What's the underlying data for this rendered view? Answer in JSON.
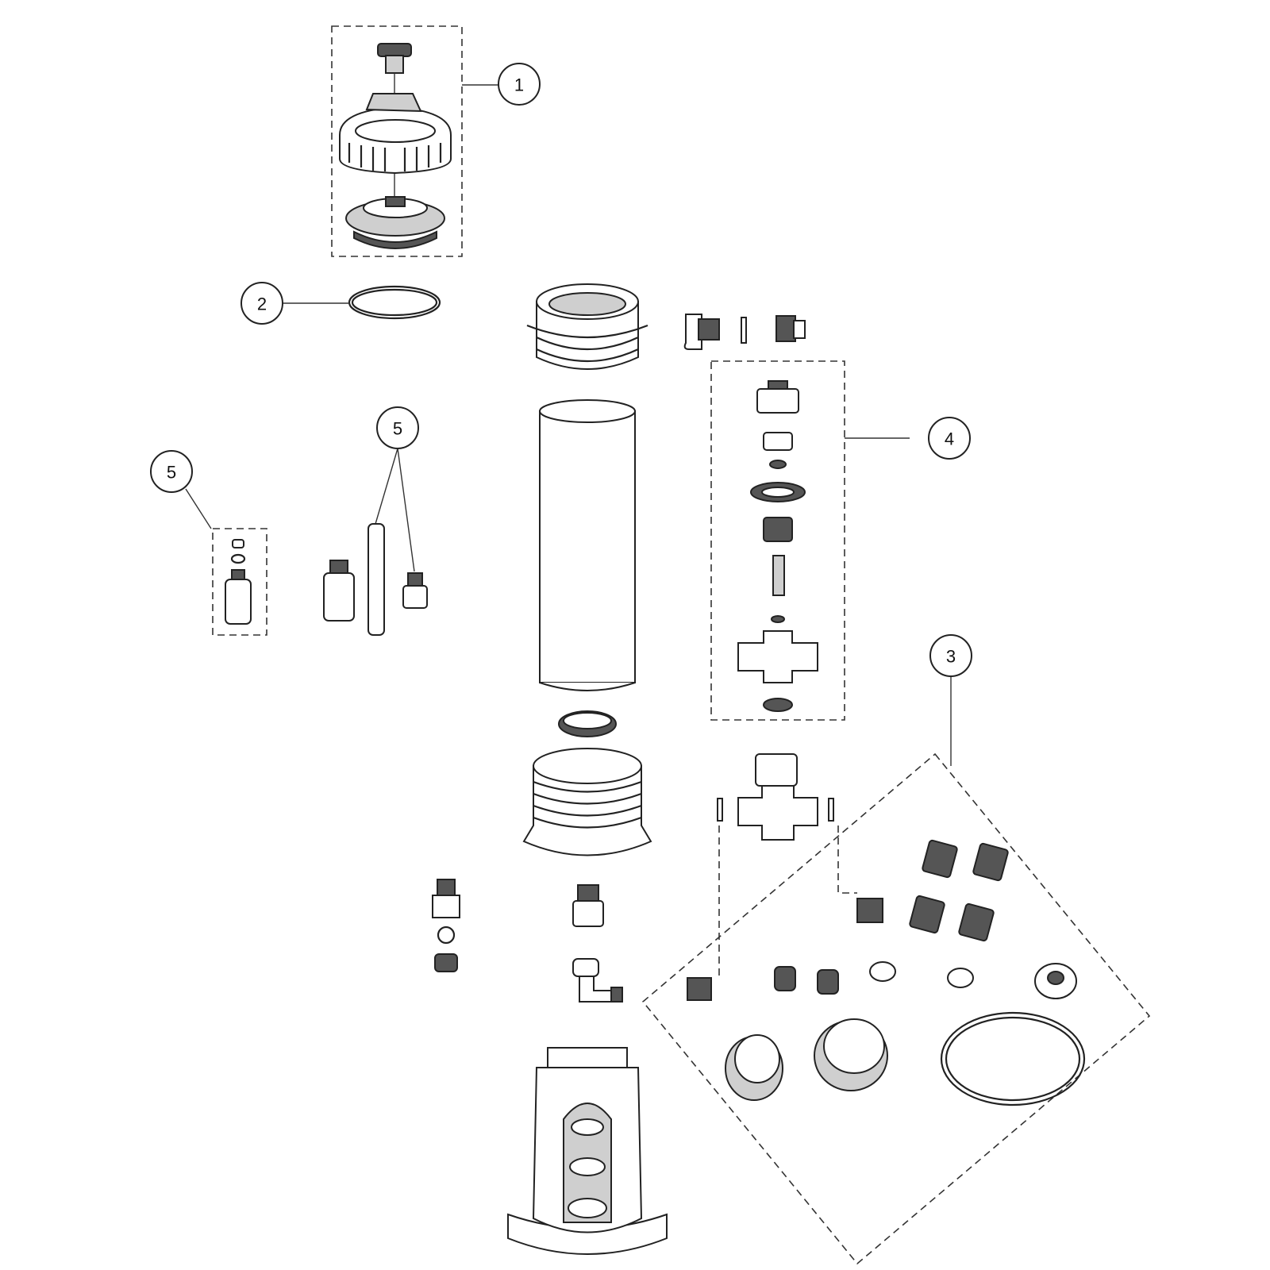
{
  "diagram": {
    "type": "exploded-parts-diagram",
    "callouts": [
      {
        "id": "callout-1",
        "label": "1"
      },
      {
        "id": "callout-2",
        "label": "2"
      },
      {
        "id": "callout-3",
        "label": "3"
      },
      {
        "id": "callout-4",
        "label": "4"
      },
      {
        "id": "callout-5a",
        "label": "5"
      },
      {
        "id": "callout-5b",
        "label": "5"
      }
    ],
    "colors": {
      "line": "#222222",
      "fill": "#ffffff",
      "shade": "#cfcfcf"
    }
  }
}
